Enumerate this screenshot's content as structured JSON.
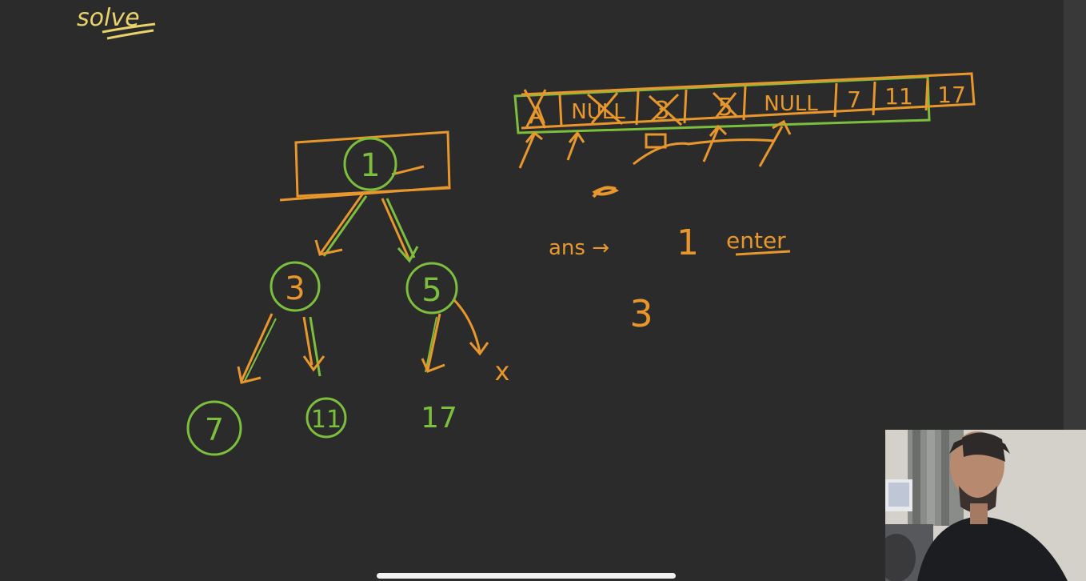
{
  "whiteboard": {
    "heading": "solve",
    "tree": {
      "root": "1",
      "left": "3",
      "right": "5",
      "left_left": "7",
      "left_right": "11",
      "right_left": "17",
      "right_right": "x"
    },
    "queue_cells": [
      "A",
      "NULL",
      "3",
      "5",
      "NULL",
      "7",
      "11",
      "17"
    ],
    "ans_label": "ans →",
    "ans_value": "1",
    "enter_label": "enter",
    "second_value": "3",
    "colors": {
      "orange": "#e8972c",
      "green": "#7bbf3c",
      "yellow": "#e8d26a",
      "background": "#2c2b2c"
    }
  },
  "webcam": {
    "description_icon": "presenter-video"
  }
}
